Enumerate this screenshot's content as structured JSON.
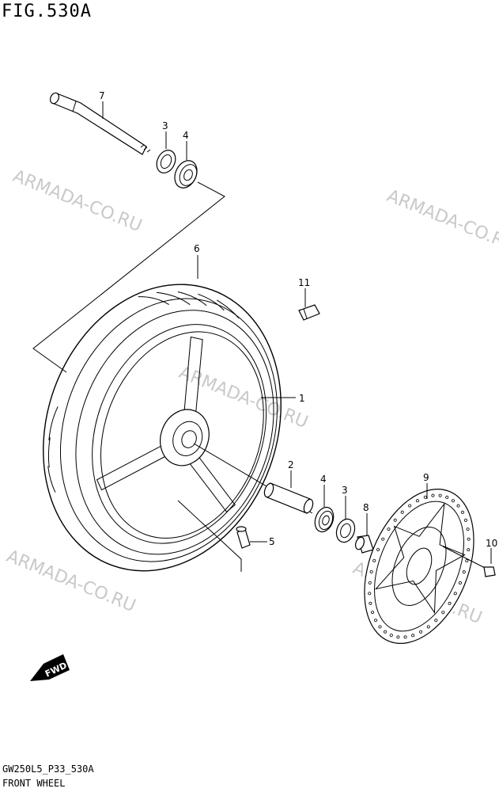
{
  "figure": {
    "title": "FIG.530A",
    "code": "GW250L5_P33_530A",
    "name": "FRONT WHEEL"
  },
  "watermark": "ARMADA-CO.RU",
  "callouts": [
    "7",
    "3",
    "4",
    "6",
    "11",
    "1",
    "2",
    "4",
    "3",
    "8",
    "9",
    "10",
    "5"
  ],
  "fwd_label": "FWD",
  "colors": {
    "line": "#000000",
    "watermark": "#c9c9c9",
    "background": "#ffffff"
  }
}
